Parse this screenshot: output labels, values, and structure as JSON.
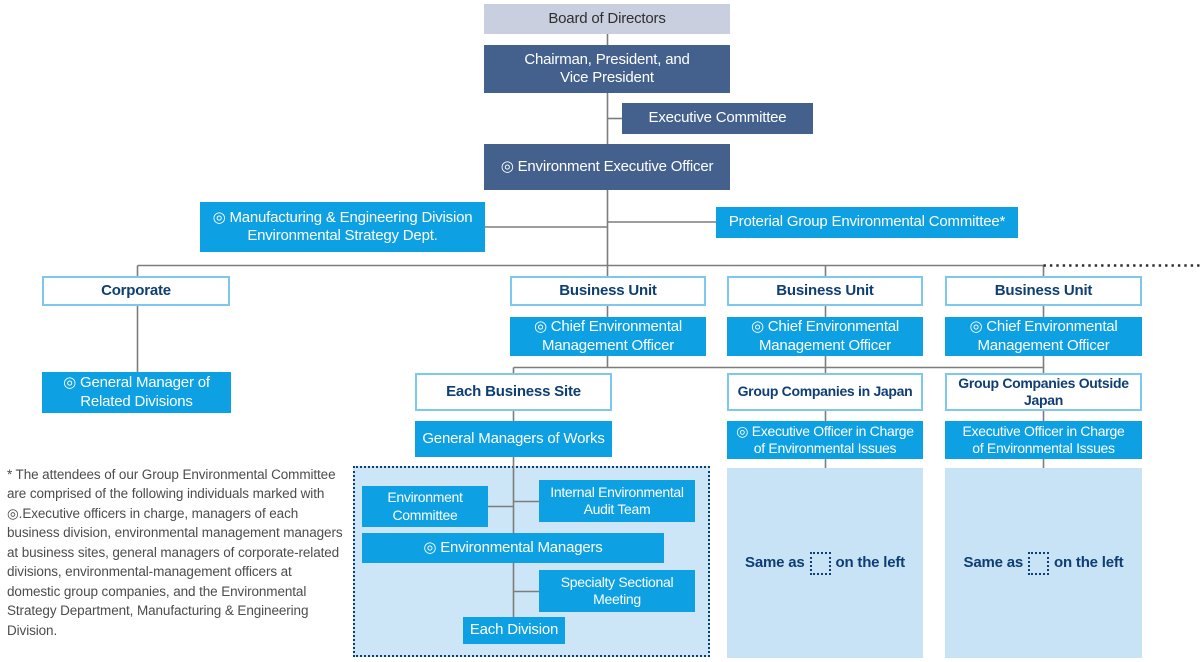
{
  "diagram": {
    "title_hint": "Environmental management organization chart",
    "nodes": {
      "board_of_directors": "Board of Directors",
      "chairman": "Chairman, President, and\nVice President",
      "executive_committee": "Executive Committee",
      "environment_executive_officer": "◎ Environment Executive Officer",
      "manufacturing_engineering": "◎ Manufacturing & Engineering Division\nEnvironmental Strategy Dept.",
      "proterial_group_env_committee": "Proterial Group Environmental Committee*",
      "corporate": "Corporate",
      "business_unit": "Business Unit",
      "chief_environmental_management_officer": "◎ Chief Environmental\nManagement Officer",
      "general_manager_related_divisions": "◎ General Manager of\nRelated Divisions",
      "each_business_site": "Each Business Site",
      "group_companies_japan": "Group Companies in Japan",
      "group_companies_outside_japan": "Group Companies Outside\nJapan",
      "general_managers_of_works": "General Managers of Works",
      "executive_officer_env_issues_japan": "◎ Executive Officer in Charge\nof Environmental Issues",
      "executive_officer_env_issues_outside": "Executive Officer in Charge\nof Environmental Issues",
      "environment_committee": "Environment\nCommittee",
      "internal_environmental_audit_team": "Internal Environmental\nAudit Team",
      "environmental_managers": "◎ Environmental Managers",
      "specialty_sectional_meeting": "Specialty Sectional\nMeeting",
      "each_division": "Each Division",
      "same_as_prefix": "Same as",
      "same_as_suffix": "on the left"
    },
    "footnote": "* The attendees of our Group Environmental Committee are comprised of the following individuals marked with ◎.Executive officers in charge, managers of each business division, environmental management managers at business sites, general managers of corporate-related divisions, environmental-management officers at domestic group companies, and the Environmental Strategy Department, Manufacturing & Engineering Division.",
    "colors": {
      "dark_blue": "#44618e",
      "bright_blue": "#0da0e3",
      "lavender": "#c9cfde",
      "panel_blue": "#c8e3f5",
      "group_blue": "#cde6f7",
      "box_border": "#7dc8ef",
      "navy": "#0e3e74",
      "line_gray": "#7d7d7d"
    }
  }
}
